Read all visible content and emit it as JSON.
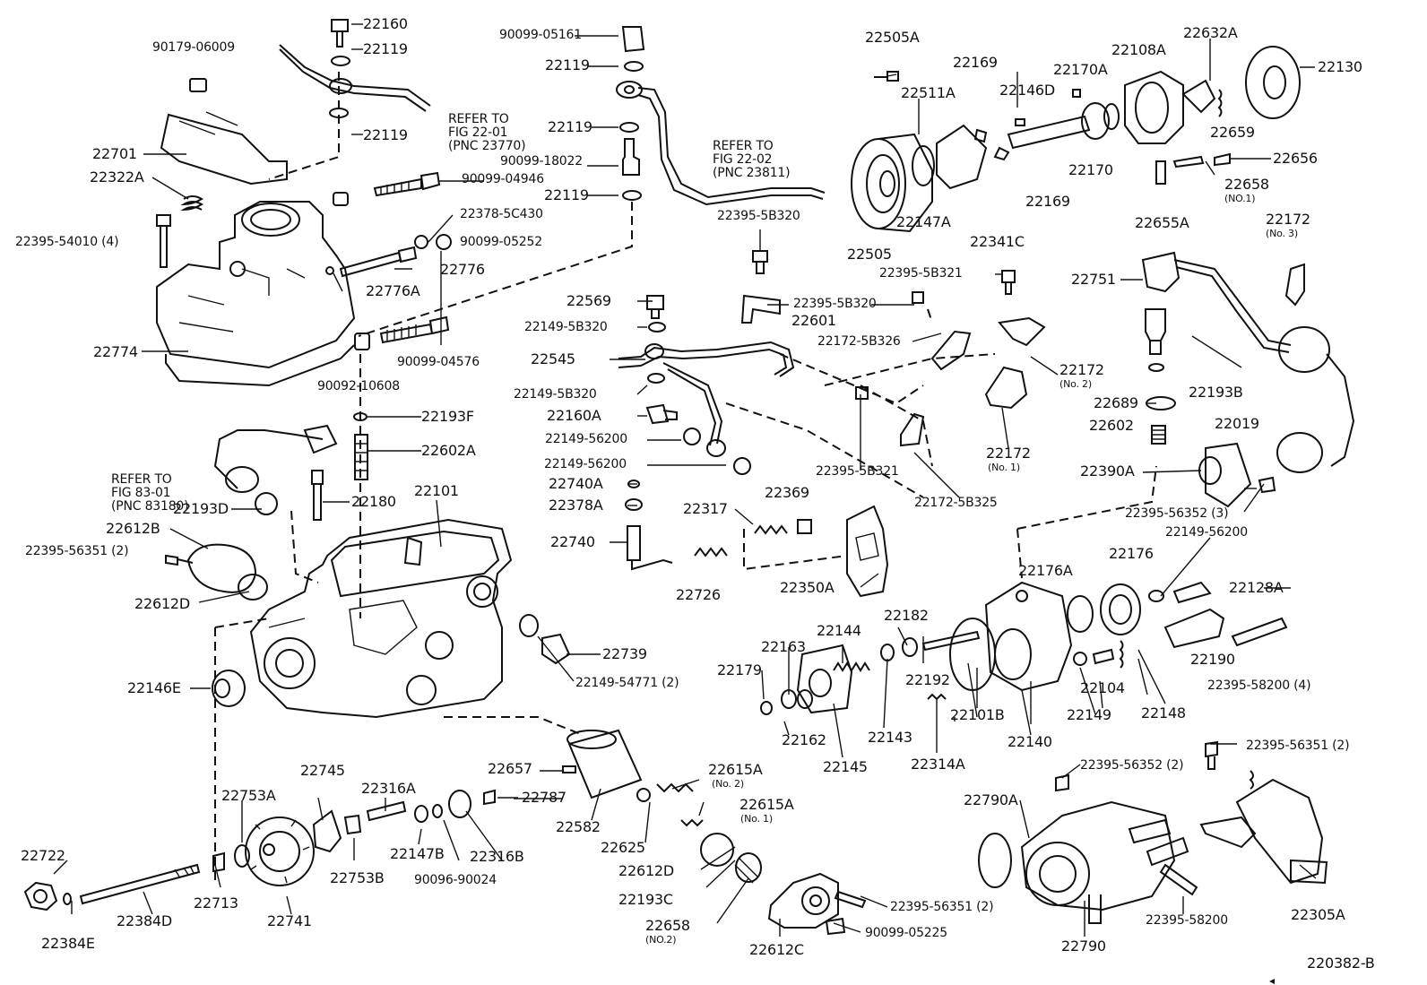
{
  "diagram_id": "220382-B",
  "refer_notes": [
    {
      "lines": [
        "REFER TO",
        "FIG 22-01",
        "(PNC 23770)"
      ]
    },
    {
      "lines": [
        "REFER TO",
        "FIG 22-02",
        "(PNC 23811)"
      ]
    },
    {
      "lines": [
        "REFER TO",
        "FIG 83-01",
        "(PNC 83180)"
      ]
    }
  ],
  "labels": [
    {
      "id": "p22160",
      "text": "22160"
    },
    {
      "id": "p22119a",
      "text": "22119"
    },
    {
      "id": "p22119b",
      "text": "22119"
    },
    {
      "id": "p90179",
      "text": "90179-06009"
    },
    {
      "id": "p22701",
      "text": "22701"
    },
    {
      "id": "p22322a",
      "text": "22322A"
    },
    {
      "id": "p22395_54010",
      "text": "22395-54010 (4)"
    },
    {
      "id": "p22774",
      "text": "22774"
    },
    {
      "id": "p90099_05161",
      "text": "90099-05161"
    },
    {
      "id": "p22119c",
      "text": "22119"
    },
    {
      "id": "p22119d",
      "text": "22119"
    },
    {
      "id": "p90099_18022",
      "text": "90099-18022"
    },
    {
      "id": "p22119e",
      "text": "22119"
    },
    {
      "id": "p90099_04946",
      "text": "90099-04946"
    },
    {
      "id": "p22378_5c430",
      "text": "22378-5C430"
    },
    {
      "id": "p90099_05252",
      "text": "90099-05252"
    },
    {
      "id": "p22776",
      "text": "22776"
    },
    {
      "id": "p22776a",
      "text": "22776A"
    },
    {
      "id": "p90099_04576",
      "text": "90099-04576"
    },
    {
      "id": "p90092",
      "text": "90092-10608"
    },
    {
      "id": "p22193f",
      "text": "22193F"
    },
    {
      "id": "p22602a",
      "text": "22602A"
    },
    {
      "id": "p22180",
      "text": "22180"
    },
    {
      "id": "p22101",
      "text": "22101"
    },
    {
      "id": "p22193d",
      "text": "22193D"
    },
    {
      "id": "p22612b",
      "text": "22612B"
    },
    {
      "id": "p22395_56351a",
      "text": "22395-56351 (2)"
    },
    {
      "id": "p22612d_a",
      "text": "22612D"
    },
    {
      "id": "p22146e",
      "text": "22146E"
    },
    {
      "id": "p22739",
      "text": "22739"
    },
    {
      "id": "p22149_54771",
      "text": "22149-54771 (2)"
    },
    {
      "id": "p22395_5b320a",
      "text": "22395-5B320"
    },
    {
      "id": "p22569",
      "text": "22569"
    },
    {
      "id": "p22149_5b320a",
      "text": "22149-5B320"
    },
    {
      "id": "p22545",
      "text": "22545"
    },
    {
      "id": "p22149_5b320b",
      "text": "22149-5B320"
    },
    {
      "id": "p22160a",
      "text": "22160A"
    },
    {
      "id": "p22149_56200a",
      "text": "22149-56200"
    },
    {
      "id": "p22149_56200b",
      "text": "22149-56200"
    },
    {
      "id": "p22740a",
      "text": "22740A"
    },
    {
      "id": "p22378a",
      "text": "22378A"
    },
    {
      "id": "p22740",
      "text": "22740"
    },
    {
      "id": "p22317",
      "text": "22317"
    },
    {
      "id": "p22369",
      "text": "22369"
    },
    {
      "id": "p22726",
      "text": "22726"
    },
    {
      "id": "p22601",
      "text": "22601"
    },
    {
      "id": "p22395_5b320b",
      "text": "22395-5B320"
    },
    {
      "id": "p22172_5b326",
      "text": "22172-5B326"
    },
    {
      "id": "p22395_5b321a",
      "text": "22395-5B321"
    },
    {
      "id": "p22395_5b321b",
      "text": "22395-5B321"
    },
    {
      "id": "p22172_5b325",
      "text": "22172-5B325"
    },
    {
      "id": "p22172no2",
      "text": "22172"
    },
    {
      "id": "p22172no2sub",
      "text": "(No. 2)"
    },
    {
      "id": "p22172no1",
      "text": "22172"
    },
    {
      "id": "p22172no1sub",
      "text": "(No. 1)"
    },
    {
      "id": "p22350a",
      "text": "22350A"
    },
    {
      "id": "p22505a",
      "text": "22505A"
    },
    {
      "id": "p22511a",
      "text": "22511A"
    },
    {
      "id": "p22169a",
      "text": "22169"
    },
    {
      "id": "p22146d",
      "text": "22146D"
    },
    {
      "id": "p22170a",
      "text": "22170A"
    },
    {
      "id": "p22108a",
      "text": "22108A"
    },
    {
      "id": "p22632a",
      "text": "22632A"
    },
    {
      "id": "p22130",
      "text": "22130"
    },
    {
      "id": "p22659",
      "text": "22659"
    },
    {
      "id": "p22656",
      "text": "22656"
    },
    {
      "id": "p22658no1",
      "text": "22658"
    },
    {
      "id": "p22658no1sub",
      "text": "(NO.1)"
    },
    {
      "id": "p22170",
      "text": "22170"
    },
    {
      "id": "p22169b",
      "text": "22169"
    },
    {
      "id": "p22505",
      "text": "22505"
    },
    {
      "id": "p22147a",
      "text": "22147A"
    },
    {
      "id": "p22341c",
      "text": "22341C"
    },
    {
      "id": "p22655a",
      "text": "22655A"
    },
    {
      "id": "p22172no3",
      "text": "22172"
    },
    {
      "id": "p22172no3sub",
      "text": "(No. 3)"
    },
    {
      "id": "p22751",
      "text": "22751"
    },
    {
      "id": "p22193b",
      "text": "22193B"
    },
    {
      "id": "p22689",
      "text": "22689"
    },
    {
      "id": "p22019",
      "text": "22019"
    },
    {
      "id": "p22602",
      "text": "22602"
    },
    {
      "id": "p22390a",
      "text": "22390A"
    },
    {
      "id": "p22395_56352a",
      "text": "22395-56352 (3)"
    },
    {
      "id": "p22149_56200c",
      "text": "22149-56200"
    },
    {
      "id": "p22176a",
      "text": "22176A"
    },
    {
      "id": "p22176",
      "text": "22176"
    },
    {
      "id": "p22128a",
      "text": "22128A"
    },
    {
      "id": "p22190",
      "text": "22190"
    },
    {
      "id": "p22395_58200_4",
      "text": "22395-58200 (4)"
    },
    {
      "id": "p22182",
      "text": "22182"
    },
    {
      "id": "p22163",
      "text": "22163"
    },
    {
      "id": "p22144",
      "text": "22144"
    },
    {
      "id": "p22179",
      "text": "22179"
    },
    {
      "id": "p22192",
      "text": "22192"
    },
    {
      "id": "p22101b",
      "text": "22101B"
    },
    {
      "id": "p22140",
      "text": "22140"
    },
    {
      "id": "p22149",
      "text": "22149"
    },
    {
      "id": "p22104",
      "text": "22104"
    },
    {
      "id": "p22148",
      "text": "22148"
    },
    {
      "id": "p22162",
      "text": "22162"
    },
    {
      "id": "p22143",
      "text": "22143"
    },
    {
      "id": "p22145",
      "text": "22145"
    },
    {
      "id": "p22314a",
      "text": "22314A"
    },
    {
      "id": "p22657",
      "text": "22657"
    },
    {
      "id": "p22615a_no2",
      "text": "22615A"
    },
    {
      "id": "p22615a_no2sub",
      "text": "(No. 2)"
    },
    {
      "id": "p22615a_no1",
      "text": "22615A"
    },
    {
      "id": "p22615a_no1sub",
      "text": "(No. 1)"
    },
    {
      "id": "p22582",
      "text": "22582"
    },
    {
      "id": "p22625",
      "text": "22625"
    },
    {
      "id": "p22612d_b",
      "text": "22612D"
    },
    {
      "id": "p22193c",
      "text": "22193C"
    },
    {
      "id": "p22658no2",
      "text": "22658"
    },
    {
      "id": "p22658no2sub",
      "text": "(NO.2)"
    },
    {
      "id": "p22612c",
      "text": "22612C"
    },
    {
      "id": "p22395_56351b",
      "text": "22395-56351 (2)"
    },
    {
      "id": "p90099_05225",
      "text": "90099-05225"
    },
    {
      "id": "p22745",
      "text": "22745"
    },
    {
      "id": "p22316a",
      "text": "22316A"
    },
    {
      "id": "p22787",
      "text": "22787"
    },
    {
      "id": "p22753a",
      "text": "22753A"
    },
    {
      "id": "p22147b",
      "text": "22147B"
    },
    {
      "id": "p22316b",
      "text": "22316B"
    },
    {
      "id": "p22753b",
      "text": "22753B"
    },
    {
      "id": "p90096",
      "text": "90096-90024"
    },
    {
      "id": "p22722",
      "text": "22722"
    },
    {
      "id": "p22713",
      "text": "22713"
    },
    {
      "id": "p22741",
      "text": "22741"
    },
    {
      "id": "p22384d",
      "text": "22384D"
    },
    {
      "id": "p22384e",
      "text": "22384E"
    },
    {
      "id": "p22395_56352b",
      "text": "22395-56352 (2)"
    },
    {
      "id": "p22395_56351c",
      "text": "22395-56351 (2)"
    },
    {
      "id": "p22790a",
      "text": "22790A"
    },
    {
      "id": "p22395_58200",
      "text": "22395-58200"
    },
    {
      "id": "p22305a",
      "text": "22305A"
    },
    {
      "id": "p22790",
      "text": "22790"
    }
  ]
}
